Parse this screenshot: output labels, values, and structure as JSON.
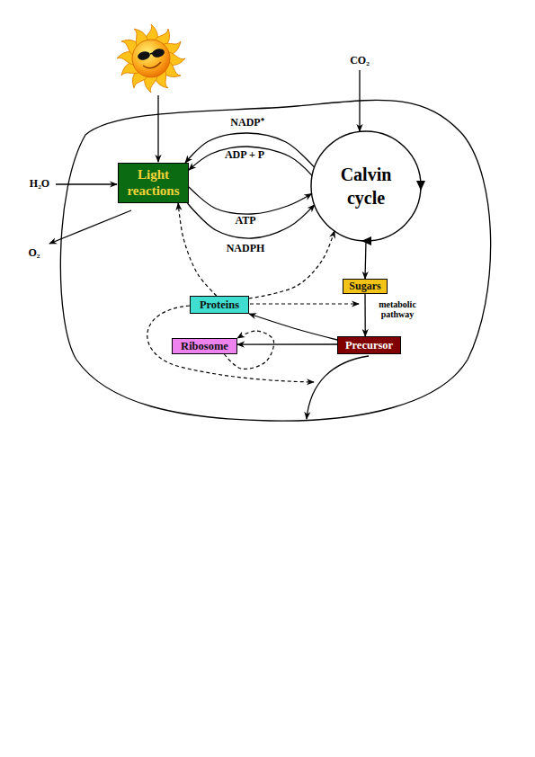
{
  "diagram": {
    "nodes": [
      {
        "text": [
          "Light reactions"
        ]
      },
      {
        "text": [
          "Calvin cycle"
        ]
      },
      {
        "text": [
          "Sugars"
        ]
      },
      {
        "text": [
          "Proteins"
        ]
      },
      {
        "text": [
          "Ribosome"
        ]
      },
      {
        "text": [
          "Precursor"
        ]
      }
    ],
    "edges": [
      {
        "from": 1,
        "to": 0,
        "arrow": "to",
        "label": "NADP⁺"
      },
      {
        "from": 1,
        "to": 0,
        "arrow": "to",
        "label": "ADP + P"
      },
      {
        "from": 0,
        "to": 1,
        "arrow": "to",
        "label": "ATP"
      },
      {
        "from": 0,
        "to": 1,
        "arrow": "to",
        "label": "NADPH"
      },
      {
        "from": 1,
        "to": 2,
        "arrow": "to"
      },
      {
        "from": 2,
        "to": 5,
        "arrow": "to",
        "label": "metabolic pathway"
      },
      {
        "from": 5,
        "to": 3,
        "arrow": "to"
      },
      {
        "from": 5,
        "to": 4,
        "arrow": "to"
      },
      {
        "from": 3,
        "to": 0,
        "arrow": "to"
      },
      {
        "from": 3,
        "to": 1,
        "arrow": "to"
      },
      {
        "from": 4,
        "to": 4,
        "arrow": "to"
      }
    ],
    "labels": [
      "CO₂",
      "H₂O",
      "O₂"
    ]
  }
}
